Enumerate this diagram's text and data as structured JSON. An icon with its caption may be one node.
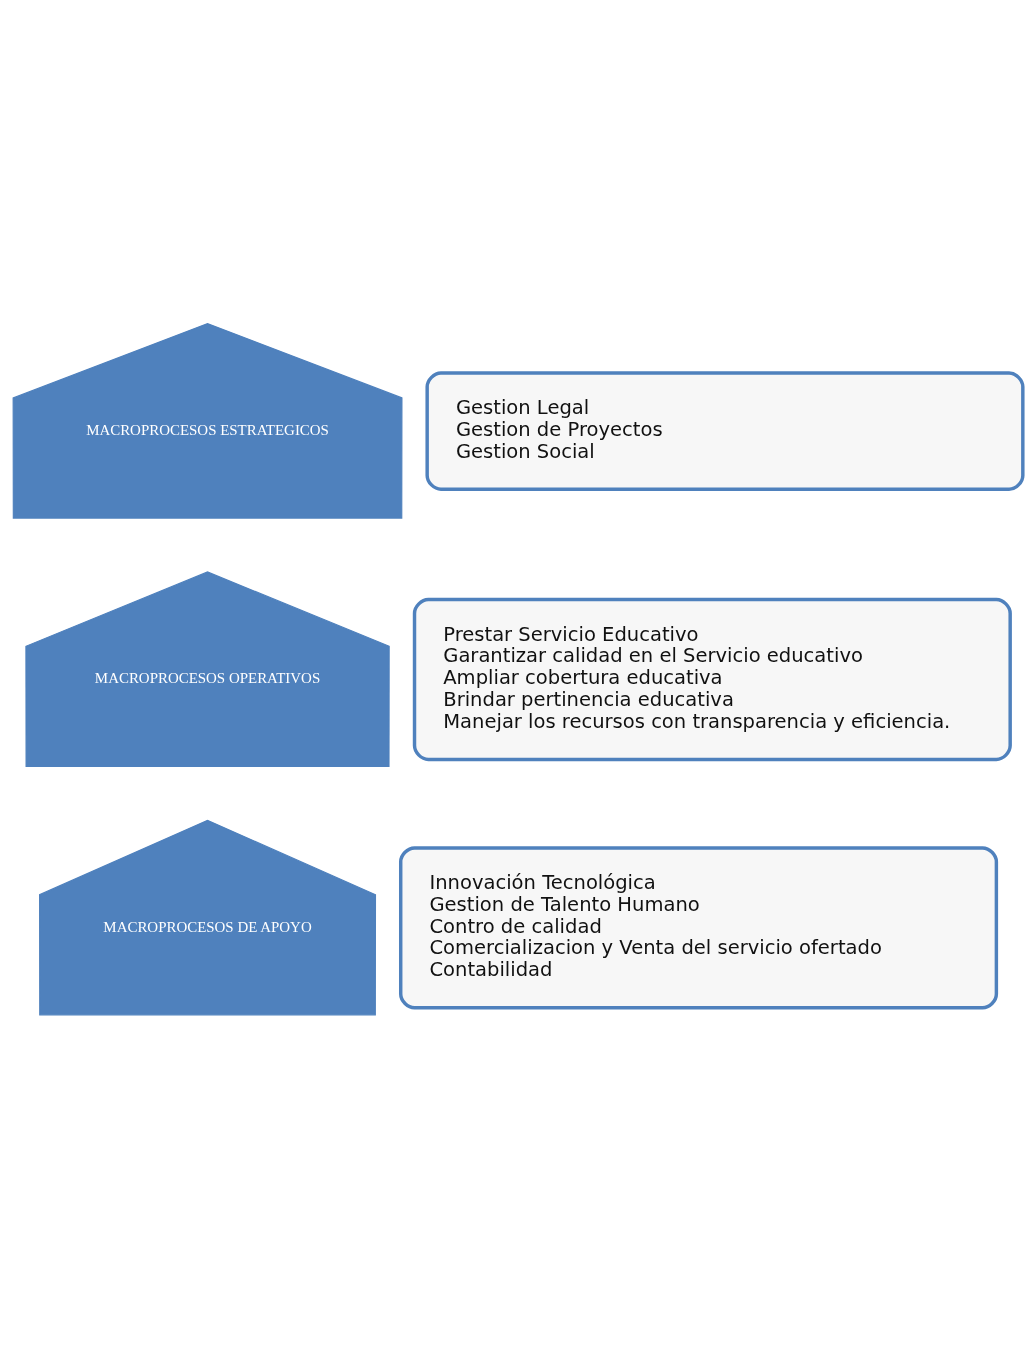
{
  "diagram": {
    "nodes": [
      {
        "text": [
          "MACROPROCESOS ESTRATEGICOS"
        ]
      },
      {
        "text": [
          "Gestion Legal",
          "Gestion de Proyectos",
          "Gestion Social"
        ]
      },
      {
        "text": [
          "MACROPROCESOS OPERATIVOS"
        ]
      },
      {
        "text": [
          "Prestar Servicio Educativo",
          "Garantizar calidad en el Servicio educativo",
          "Ampliar cobertura educativa",
          "Brindar pertinencia educativa",
          "Manejar los recursos con transparencia y eficiencia."
        ]
      },
      {
        "text": [
          "MACROPROCESOS DE APOYO"
        ]
      },
      {
        "text": [
          "Innovación Tecnológica",
          "Gestion de Talento Humano",
          "Contro de calidad",
          "Comercializacion y Venta del servicio ofertado",
          "Contabilidad"
        ]
      }
    ]
  }
}
